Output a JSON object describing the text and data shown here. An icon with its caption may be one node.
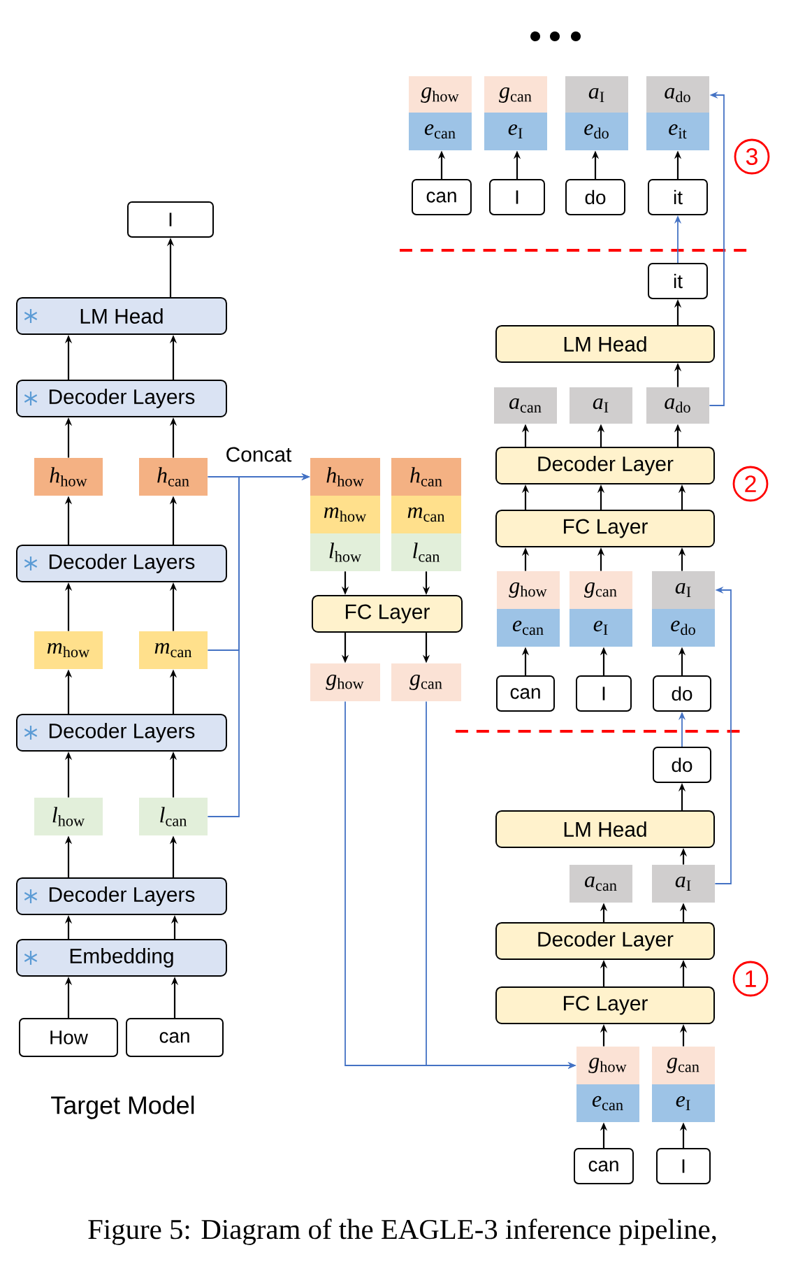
{
  "diagram": {
    "caption": "Figure 5: Diagram of the EAGLE-3 inference pipeline,",
    "nodes": [
      {
        "text": [
          "I"
        ]
      },
      {
        "text": [
          "LM Head"
        ]
      },
      {
        "text": [
          "Decoder Layers"
        ]
      },
      {
        "text": [
          "*h*$_{how}$"
        ]
      },
      {
        "text": [
          "*h*$_{can}$"
        ]
      },
      {
        "text": [
          "Decoder Layers"
        ]
      },
      {
        "text": [
          "*m*$_{how}$"
        ]
      },
      {
        "text": [
          "*m*$_{can}$"
        ]
      },
      {
        "text": [
          "Decoder Layers"
        ]
      },
      {
        "text": [
          "*l*$_{how}$"
        ]
      },
      {
        "text": [
          "*l*$_{can}$"
        ]
      },
      {
        "text": [
          "Decoder Layers"
        ]
      },
      {
        "text": [
          "Embedding"
        ]
      },
      {
        "text": [
          "How"
        ]
      },
      {
        "text": [
          "can"
        ]
      },
      {
        "text": [
          "*h*$_{how}$"
        ]
      },
      {
        "text": [
          "*h*$_{can}$"
        ]
      },
      {
        "text": [
          "*m*$_{how}$"
        ]
      },
      {
        "text": [
          "*m*$_{can}$"
        ]
      },
      {
        "text": [
          "*l*$_{how}$"
        ]
      },
      {
        "text": [
          "*l*$_{can}$"
        ]
      },
      {
        "text": [
          "FC Layer"
        ]
      },
      {
        "text": [
          "*g*$_{how}$"
        ]
      },
      {
        "text": [
          "*g*$_{can}$"
        ]
      },
      {
        "text": [
          "*g*$_{how}$"
        ]
      },
      {
        "text": [
          "*e*$_{can}$"
        ]
      },
      {
        "text": [
          "*g*$_{can}$"
        ]
      },
      {
        "text": [
          "*e*$_{I}$"
        ]
      },
      {
        "text": [
          "can"
        ]
      },
      {
        "text": [
          "I"
        ]
      },
      {
        "text": [
          "FC Layer"
        ]
      },
      {
        "text": [
          "Decoder Layer"
        ]
      },
      {
        "text": [
          "*a*$_{can}$"
        ]
      },
      {
        "text": [
          "*a*$_{I}$"
        ]
      },
      {
        "text": [
          "LM Head"
        ]
      },
      {
        "text": [
          "do"
        ]
      },
      {
        "text": [
          "*g*$_{how}$"
        ]
      },
      {
        "text": [
          "*e*$_{can}$"
        ]
      },
      {
        "text": [
          "*g*$_{can}$"
        ]
      },
      {
        "text": [
          "*e*$_{I}$"
        ]
      },
      {
        "text": [
          "*a*$_{I}$"
        ]
      },
      {
        "text": [
          "*e*$_{do}$"
        ]
      },
      {
        "text": [
          "can"
        ]
      },
      {
        "text": [
          "I"
        ]
      },
      {
        "text": [
          "do"
        ]
      },
      {
        "text": [
          "FC Layer"
        ]
      },
      {
        "text": [
          "Decoder Layer"
        ]
      },
      {
        "text": [
          "*a*$_{can}$"
        ]
      },
      {
        "text": [
          "*a*$_{I}$"
        ]
      },
      {
        "text": [
          "*a*$_{do}$"
        ]
      },
      {
        "text": [
          "LM Head"
        ]
      },
      {
        "text": [
          "it"
        ]
      },
      {
        "text": [
          "*g*$_{how}$"
        ]
      },
      {
        "text": [
          "*e*$_{can}$"
        ]
      },
      {
        "text": [
          "*g*$_{can}$"
        ]
      },
      {
        "text": [
          "*e*$_{I}$"
        ]
      },
      {
        "text": [
          "*a*$_{I}$"
        ]
      },
      {
        "text": [
          "*e*$_{do}$"
        ]
      },
      {
        "text": [
          "*a*$_{do}$"
        ]
      },
      {
        "text": [
          "*e*$_{it}$"
        ]
      },
      {
        "text": [
          "can"
        ]
      },
      {
        "text": [
          "I"
        ]
      },
      {
        "text": [
          "do"
        ]
      },
      {
        "text": [
          "it"
        ]
      }
    ],
    "edges": [
      {
        "from": 13,
        "to": 12,
        "arrow": "to"
      },
      {
        "from": 14,
        "to": 12,
        "arrow": "to"
      },
      {
        "from": 12,
        "to": 11,
        "arrow": "to"
      },
      {
        "from": 12,
        "to": 11,
        "arrow": "to"
      },
      {
        "from": 11,
        "to": 9,
        "arrow": "to"
      },
      {
        "from": 11,
        "to": 10,
        "arrow": "to"
      },
      {
        "from": 9,
        "to": 8,
        "arrow": "to"
      },
      {
        "from": 10,
        "to": 8,
        "arrow": "to"
      },
      {
        "from": 8,
        "to": 6,
        "arrow": "to"
      },
      {
        "from": 8,
        "to": 7,
        "arrow": "to"
      },
      {
        "from": 6,
        "to": 5,
        "arrow": "to"
      },
      {
        "from": 7,
        "to": 5,
        "arrow": "to"
      },
      {
        "from": 5,
        "to": 3,
        "arrow": "to"
      },
      {
        "from": 5,
        "to": 4,
        "arrow": "to"
      },
      {
        "from": 3,
        "to": 2,
        "arrow": "to"
      },
      {
        "from": 4,
        "to": 2,
        "arrow": "to"
      },
      {
        "from": 2,
        "to": 1,
        "arrow": "to"
      },
      {
        "from": 2,
        "to": 1,
        "arrow": "to"
      },
      {
        "from": 1,
        "to": 0,
        "arrow": "to"
      },
      {
        "from": 4,
        "to": 15,
        "arrow": "to",
        "label": "Concat",
        "color": "#4472c4"
      },
      {
        "from": 7,
        "to": 15,
        "arrow": "to",
        "color": "#4472c4"
      },
      {
        "from": 10,
        "to": 15,
        "arrow": "to",
        "color": "#4472c4"
      },
      {
        "from": 19,
        "to": 21,
        "arrow": "to"
      },
      {
        "from": 20,
        "to": 21,
        "arrow": "to"
      },
      {
        "from": 21,
        "to": 22,
        "arrow": "to"
      },
      {
        "from": 21,
        "to": 23,
        "arrow": "to"
      },
      {
        "from": 22,
        "to": 24,
        "arrow": "to",
        "color": "#4472c4"
      },
      {
        "from": 23,
        "to": 24,
        "arrow": "to",
        "color": "#4472c4"
      },
      {
        "from": 28,
        "to": 25,
        "arrow": "to"
      },
      {
        "from": 29,
        "to": 27,
        "arrow": "to"
      },
      {
        "from": 24,
        "to": 30,
        "arrow": "to"
      },
      {
        "from": 26,
        "to": 30,
        "arrow": "to"
      },
      {
        "from": 30,
        "to": 31,
        "arrow": "to"
      },
      {
        "from": 30,
        "to": 31,
        "arrow": "to"
      },
      {
        "from": 31,
        "to": 32,
        "arrow": "to"
      },
      {
        "from": 31,
        "to": 33,
        "arrow": "to"
      },
      {
        "from": 33,
        "to": 34,
        "arrow": "to"
      },
      {
        "from": 34,
        "to": 35,
        "arrow": "to"
      },
      {
        "from": 35,
        "to": 44,
        "arrow": "to",
        "color": "#4472c4"
      },
      {
        "from": 33,
        "to": 40,
        "arrow": "to",
        "color": "#4472c4"
      },
      {
        "from": 42,
        "to": 37,
        "arrow": "to"
      },
      {
        "from": 43,
        "to": 39,
        "arrow": "to"
      },
      {
        "from": 44,
        "to": 41,
        "arrow": "to"
      },
      {
        "from": 36,
        "to": 45,
        "arrow": "to"
      },
      {
        "from": 38,
        "to": 45,
        "arrow": "to"
      },
      {
        "from": 40,
        "to": 45,
        "arrow": "to"
      },
      {
        "from": 45,
        "to": 46,
        "arrow": "to"
      },
      {
        "from": 45,
        "to": 46,
        "arrow": "to"
      },
      {
        "from": 45,
        "to": 46,
        "arrow": "to"
      },
      {
        "from": 46,
        "to": 47,
        "arrow": "to"
      },
      {
        "from": 46,
        "to": 48,
        "arrow": "to"
      },
      {
        "from": 46,
        "to": 49,
        "arrow": "to"
      },
      {
        "from": 49,
        "to": 50,
        "arrow": "to"
      },
      {
        "from": 50,
        "to": 51,
        "arrow": "to"
      },
      {
        "from": 51,
        "to": 63,
        "arrow": "to",
        "color": "#4472c4"
      },
      {
        "from": 49,
        "to": 58,
        "arrow": "to",
        "color": "#4472c4"
      },
      {
        "from": 60,
        "to": 53,
        "arrow": "to"
      },
      {
        "from": 61,
        "to": 55,
        "arrow": "to"
      },
      {
        "from": 62,
        "to": 57,
        "arrow": "to"
      },
      {
        "from": 63,
        "to": 59,
        "arrow": "to"
      }
    ],
    "labels": [
      "Target Model",
      "3",
      "2",
      "1"
    ]
  }
}
